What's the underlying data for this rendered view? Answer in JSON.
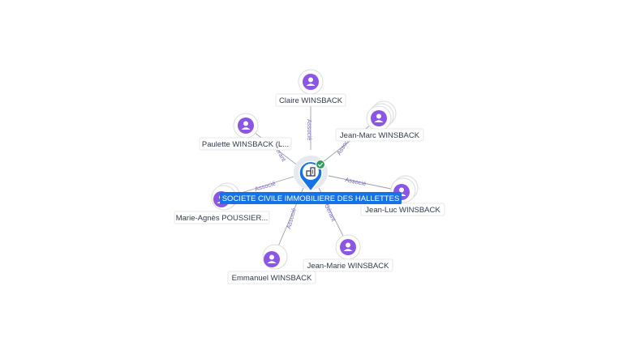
{
  "company": {
    "name": "SOCIETE CIVILE IMMOBILIERE DES HALLETTES",
    "icon": "building-icon",
    "status_icon": "verified-check-icon"
  },
  "people": [
    {
      "name": "Claire WINSBACK",
      "relation": "Associé"
    },
    {
      "name": "Jean-Marc WINSBACK",
      "relation": "Associé"
    },
    {
      "name": "Paulette WINSBACK (L...",
      "relation": "Gérant"
    },
    {
      "name": "Jean-Luc WINSBACK",
      "relation": "Associé"
    },
    {
      "name": "Marie-Agnès POUSSIER...",
      "relation": "Associé"
    },
    {
      "name": "Jean-Marie WINSBACK",
      "relation": "Gérant"
    },
    {
      "name": "Emmanuel WINSBACK",
      "relation": "Associé"
    }
  ],
  "colors": {
    "accent": "#1473e6",
    "person_icon": "#8b55e6",
    "verified": "#2e9e5b",
    "edge": "#9aa0aa",
    "edge_label": "#7d68c9"
  }
}
